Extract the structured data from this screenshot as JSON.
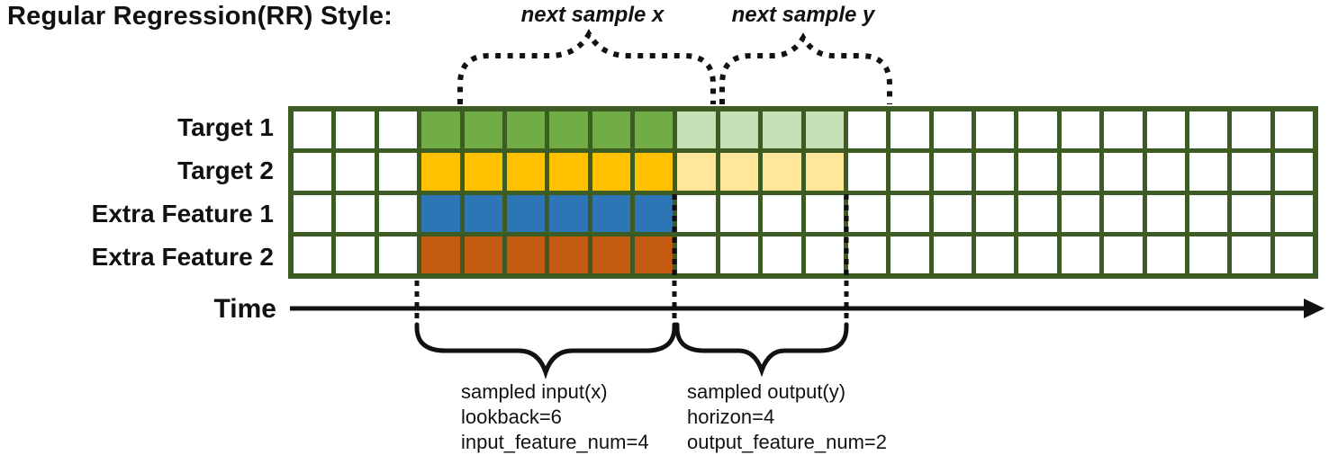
{
  "title": "Regular Regression(RR) Style:",
  "annotations": {
    "next_sample_x": "next sample x",
    "next_sample_y": "next sample y",
    "input_block": [
      "sampled input(x)",
      "lookback=6",
      "input_feature_num=4"
    ],
    "output_block": [
      "sampled output(y)",
      "horizon=4",
      "output_feature_num=2"
    ]
  },
  "time_axis": {
    "label": "Time"
  },
  "params": {
    "lookback": 6,
    "horizon": 4,
    "input_feature_num": 4,
    "output_feature_num": 2
  },
  "grid": {
    "columns": 24,
    "border_color": "#3D5C23",
    "rows": [
      {
        "label": "Target 1",
        "solid_color": "#70AD47",
        "light_color": "#C5E0B4",
        "solid_range": [
          3,
          8
        ],
        "light_range": [
          9,
          12
        ]
      },
      {
        "label": "Target 2",
        "solid_color": "#FFC000",
        "light_color": "#FFE699",
        "solid_range": [
          3,
          8
        ],
        "light_range": [
          9,
          12
        ]
      },
      {
        "label": "Extra Feature 1",
        "solid_color": "#2E75B6",
        "light_color": null,
        "solid_range": [
          3,
          8
        ],
        "light_range": null
      },
      {
        "label": "Extra Feature 2",
        "solid_color": "#C55A11",
        "light_color": null,
        "solid_range": [
          3,
          8
        ],
        "light_range": null
      }
    ]
  }
}
